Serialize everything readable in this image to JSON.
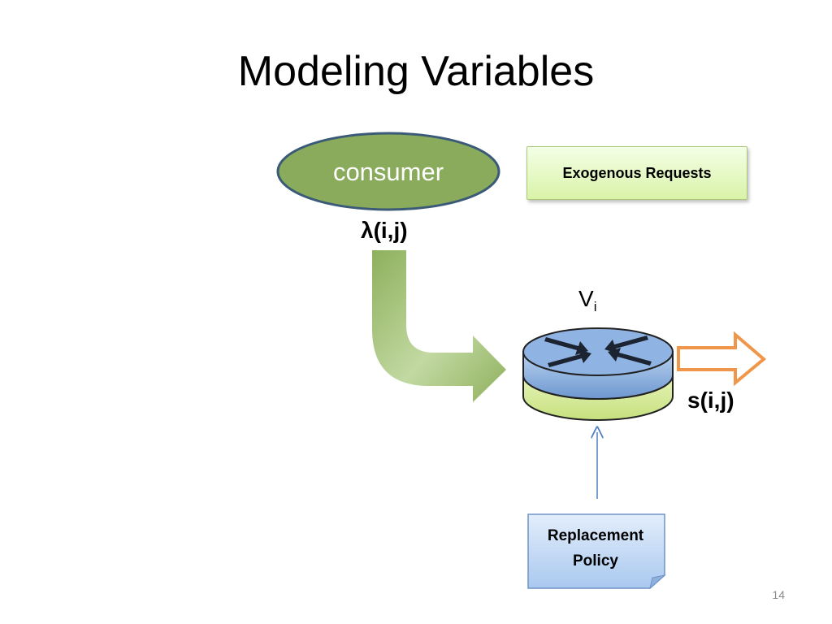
{
  "slide": {
    "title": "Modeling Variables",
    "page_number": "14"
  },
  "consumer": {
    "label": "consumer"
  },
  "exogenous": {
    "label": "Exogenous Requests"
  },
  "arrival": {
    "label": "λ(i,j)"
  },
  "router": {
    "name": "V",
    "subscript": "i",
    "icon": "router-icon"
  },
  "output": {
    "label": "s(i,j)"
  },
  "policy": {
    "line1": "Replacement",
    "line2": "Policy"
  },
  "colors": {
    "consumer_fill": "#8aab5c",
    "consumer_border": "#3a5a78",
    "flow_arrow": "#8eb05c",
    "output_arrow": "#f0964a",
    "router_top": "#7da6d8",
    "router_base": "#d6ec9c",
    "policy_fill": "#c8ddf6",
    "connector": "#4f7fc0"
  }
}
